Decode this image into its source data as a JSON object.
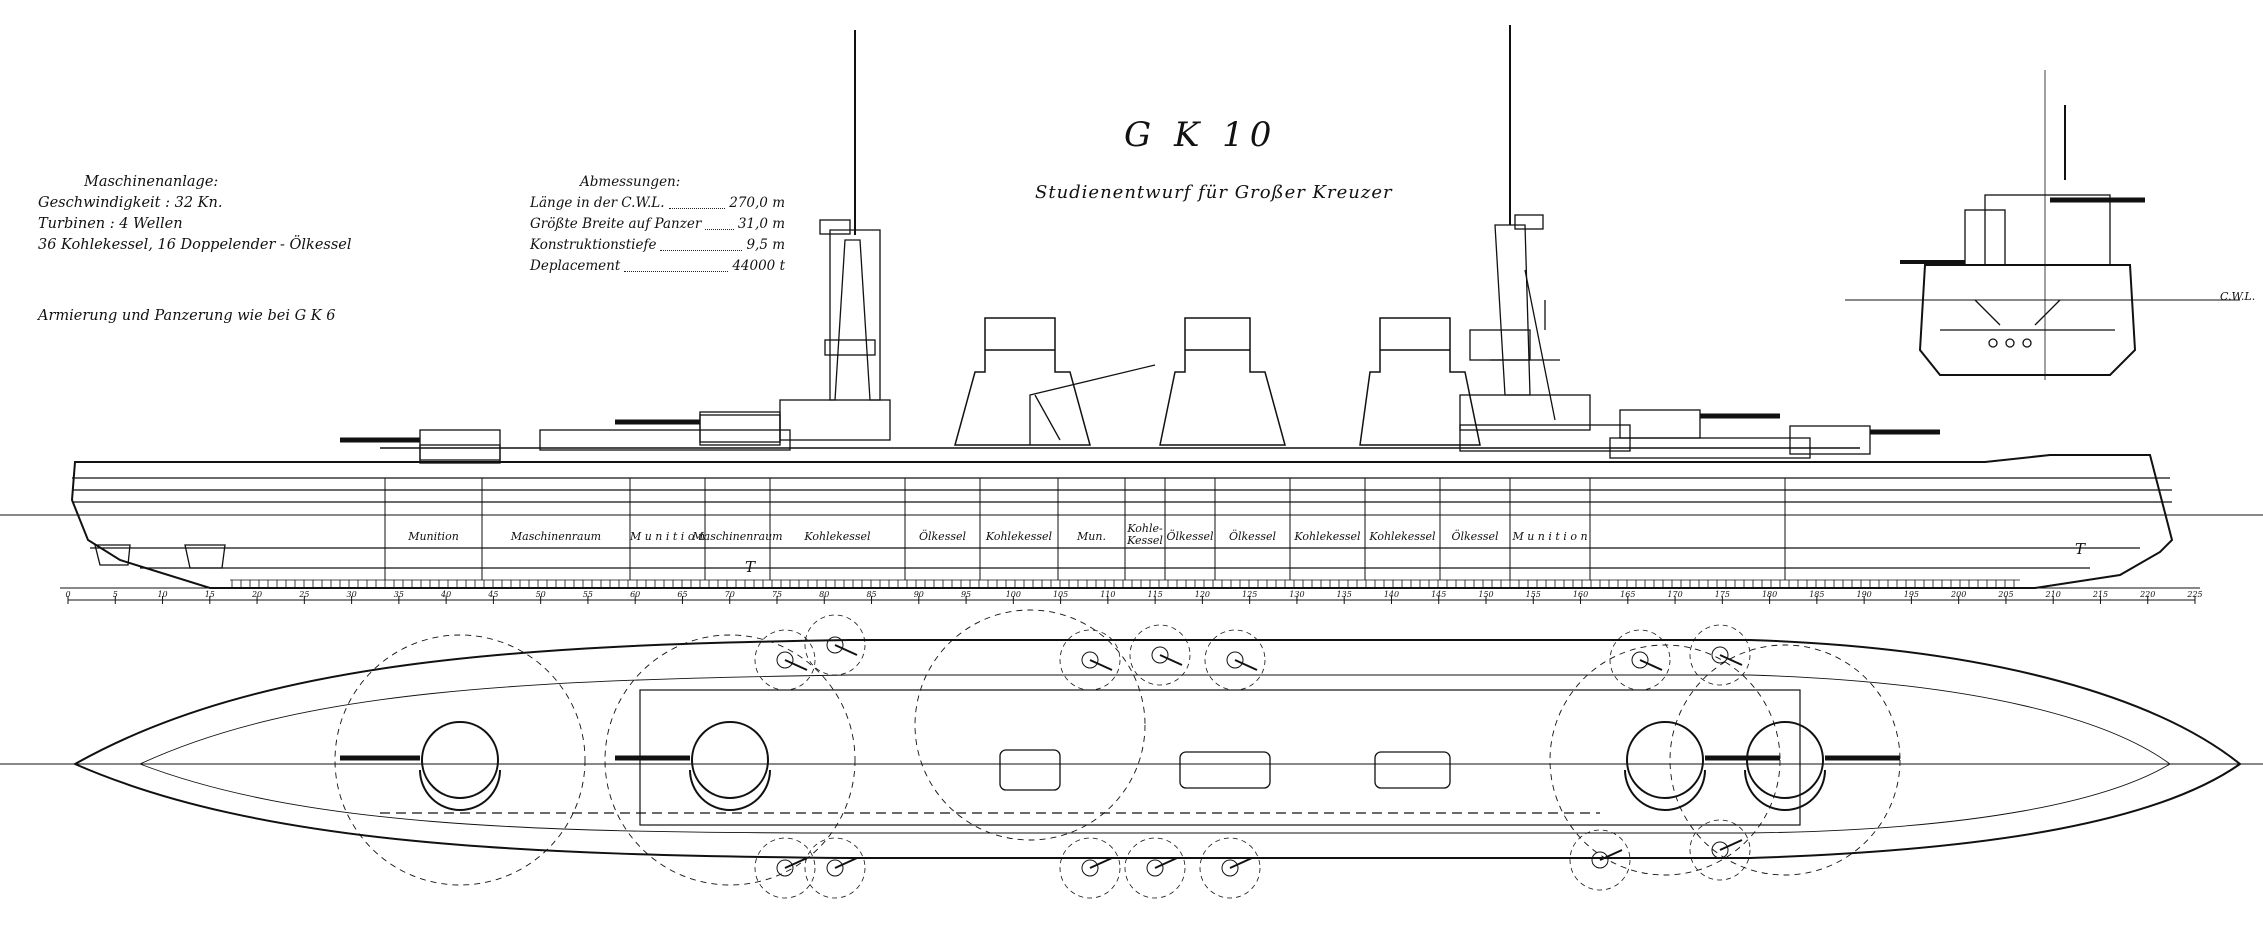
{
  "title": "G K 10",
  "subtitle": "Studienentwurf für Großer Kreuzer",
  "machinery": {
    "heading": "Maschinenanlage:",
    "lines": [
      "Geschwindigkeit : 32 Kn.",
      "Turbinen : 4 Wellen",
      "36 Kohlekessel, 16 Doppelender - Ölkessel"
    ]
  },
  "armament_note": "Armierung und Panzerung wie bei G K 6",
  "dimensions": {
    "heading": "Abmessungen:",
    "rows": [
      {
        "label": "Länge in der C.W.L.",
        "value": "270,0 m"
      },
      {
        "label": "Größte Breite auf Panzer",
        "value": "31,0 m"
      },
      {
        "label": "Konstruktionstiefe",
        "value": "9,5 m"
      },
      {
        "label": "Deplacement",
        "value": "44000 t"
      }
    ]
  },
  "section_label": "C.W.L.",
  "compartments": [
    "Munition",
    "Maschinenraum",
    "M u n i t i o n",
    "Maschinenraum",
    "Kohlekessel",
    "Ölkessel",
    "Kohlekessel",
    "Mun.",
    "Kohle-\nKessel",
    "Ölkessel",
    "Ölkessel",
    "Kohlekessel",
    "Kohlekessel",
    "Ölkessel",
    "M u n i t i o n"
  ],
  "trim_marks": [
    "T",
    "T"
  ],
  "frame_scale": [
    "0",
    "5",
    "10",
    "15",
    "20",
    "25",
    "30",
    "35",
    "40",
    "45",
    "50",
    "55",
    "60",
    "65",
    "70",
    "75",
    "80",
    "85",
    "90",
    "95",
    "100",
    "105",
    "110",
    "115",
    "120",
    "125",
    "130",
    "135",
    "140",
    "145",
    "150",
    "155",
    "160",
    "165",
    "170",
    "175",
    "180",
    "185",
    "190",
    "195",
    "200",
    "205",
    "210",
    "215",
    "220",
    "225"
  ],
  "colors": {
    "ink": "#111111",
    "paper": "#ffffff"
  }
}
